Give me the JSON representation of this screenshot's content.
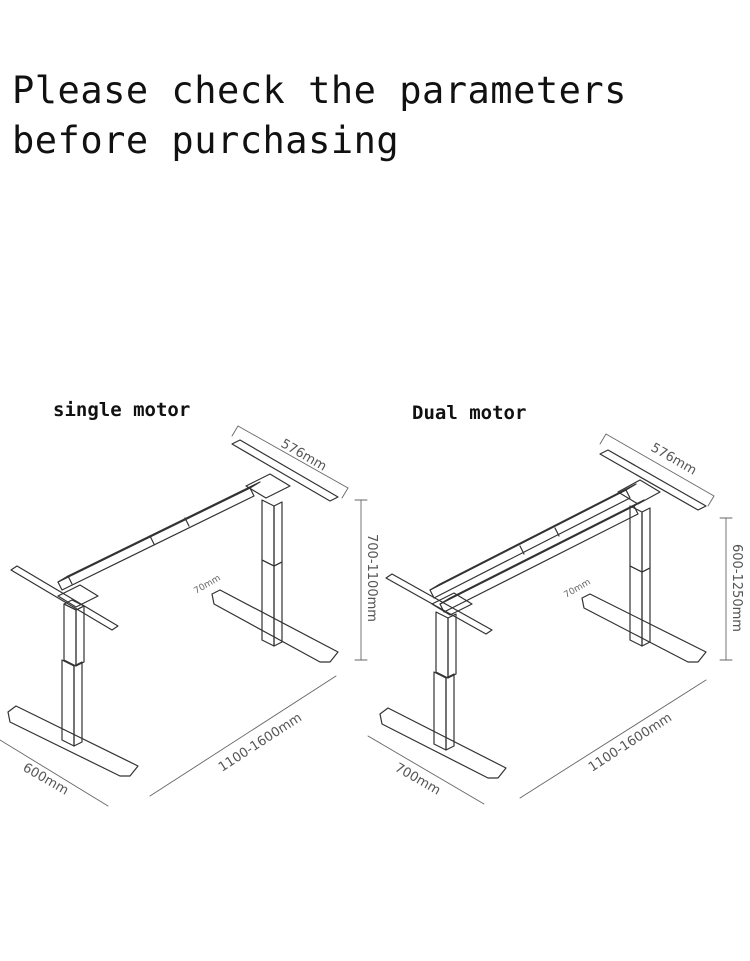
{
  "headline": "Please check the parameters before purchasing",
  "single": {
    "label": "single motor",
    "width_dim": "576mm",
    "height_dim": "700-1100mm",
    "small_dim": "70mm",
    "length_dim": "1100-1600mm",
    "depth_dim": "600mm"
  },
  "dual": {
    "label": "Dual motor",
    "width_dim": "576mm",
    "height_dim": "600-1250mm",
    "small_dim": "70mm",
    "length_dim": "1100-1600mm",
    "depth_dim": "700mm"
  }
}
